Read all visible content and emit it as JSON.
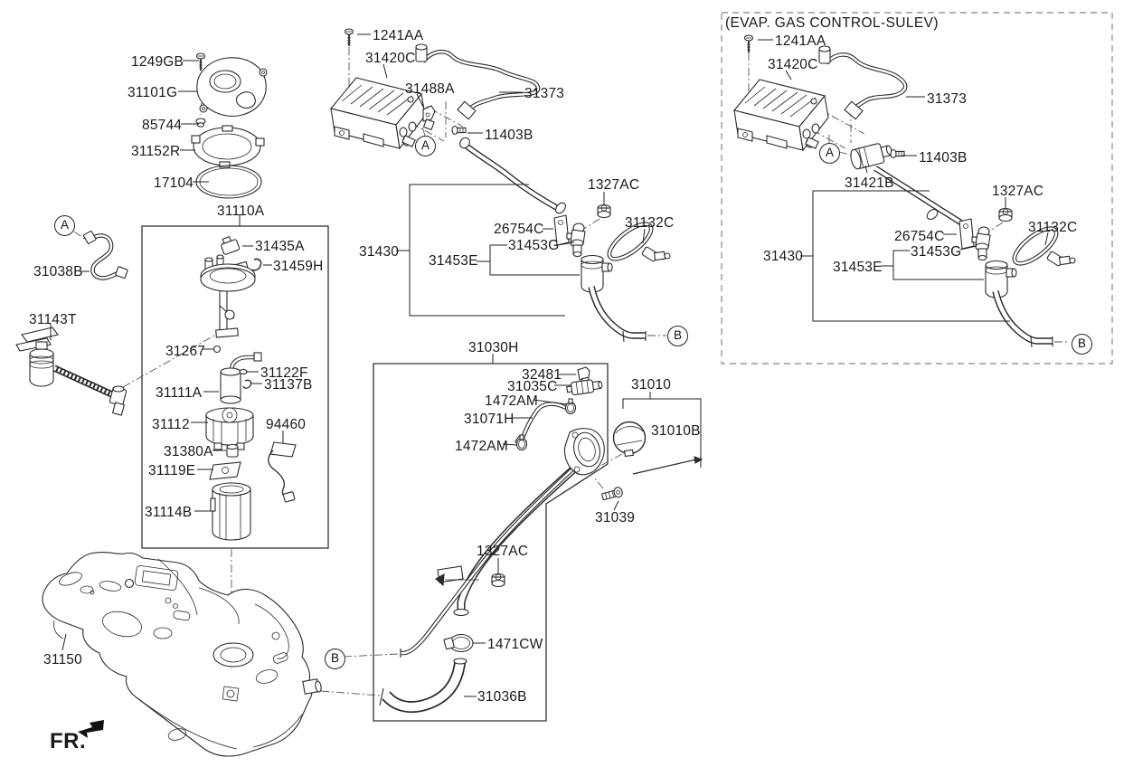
{
  "diagram": {
    "evap_note": "(EVAP. GAS CONTROL-SULEV)",
    "fr_label": "FR.",
    "marker_a": "A",
    "marker_b": "B"
  },
  "parts": {
    "p1249GB": "1249GB",
    "p31101G": "31101G",
    "p85744": "85744",
    "p31152R": "31152R",
    "p17104": "17104",
    "p31110A": "31110A",
    "p31435A": "31435A",
    "p31459H": "31459H",
    "p31038B": "31038B",
    "p31143T": "31143T",
    "p31267": "31267",
    "p31122F": "31122F",
    "p31137B": "31137B",
    "p31111A": "31111A",
    "p31112": "31112",
    "p94460": "94460",
    "p31380A": "31380A",
    "p31119E": "31119E",
    "p31114B": "31114B",
    "p31150": "31150",
    "p1241AA": "1241AA",
    "p31420C": "31420C",
    "p31488A": "31488A",
    "p31373": "31373",
    "p11403B": "11403B",
    "p31421B": "31421B",
    "p1327AC": "1327AC",
    "p26754C": "26754C",
    "p31453G": "31453G",
    "p31430": "31430",
    "p31453E": "31453E",
    "p31132C": "31132C",
    "p31030H": "31030H",
    "p32481": "32481",
    "p31035C": "31035C",
    "p1472AM": "1472AM",
    "p31071H": "31071H",
    "p31010": "31010",
    "p31010B": "31010B",
    "p31039": "31039",
    "p1471CW": "1471CW",
    "p31036B": "31036B"
  }
}
